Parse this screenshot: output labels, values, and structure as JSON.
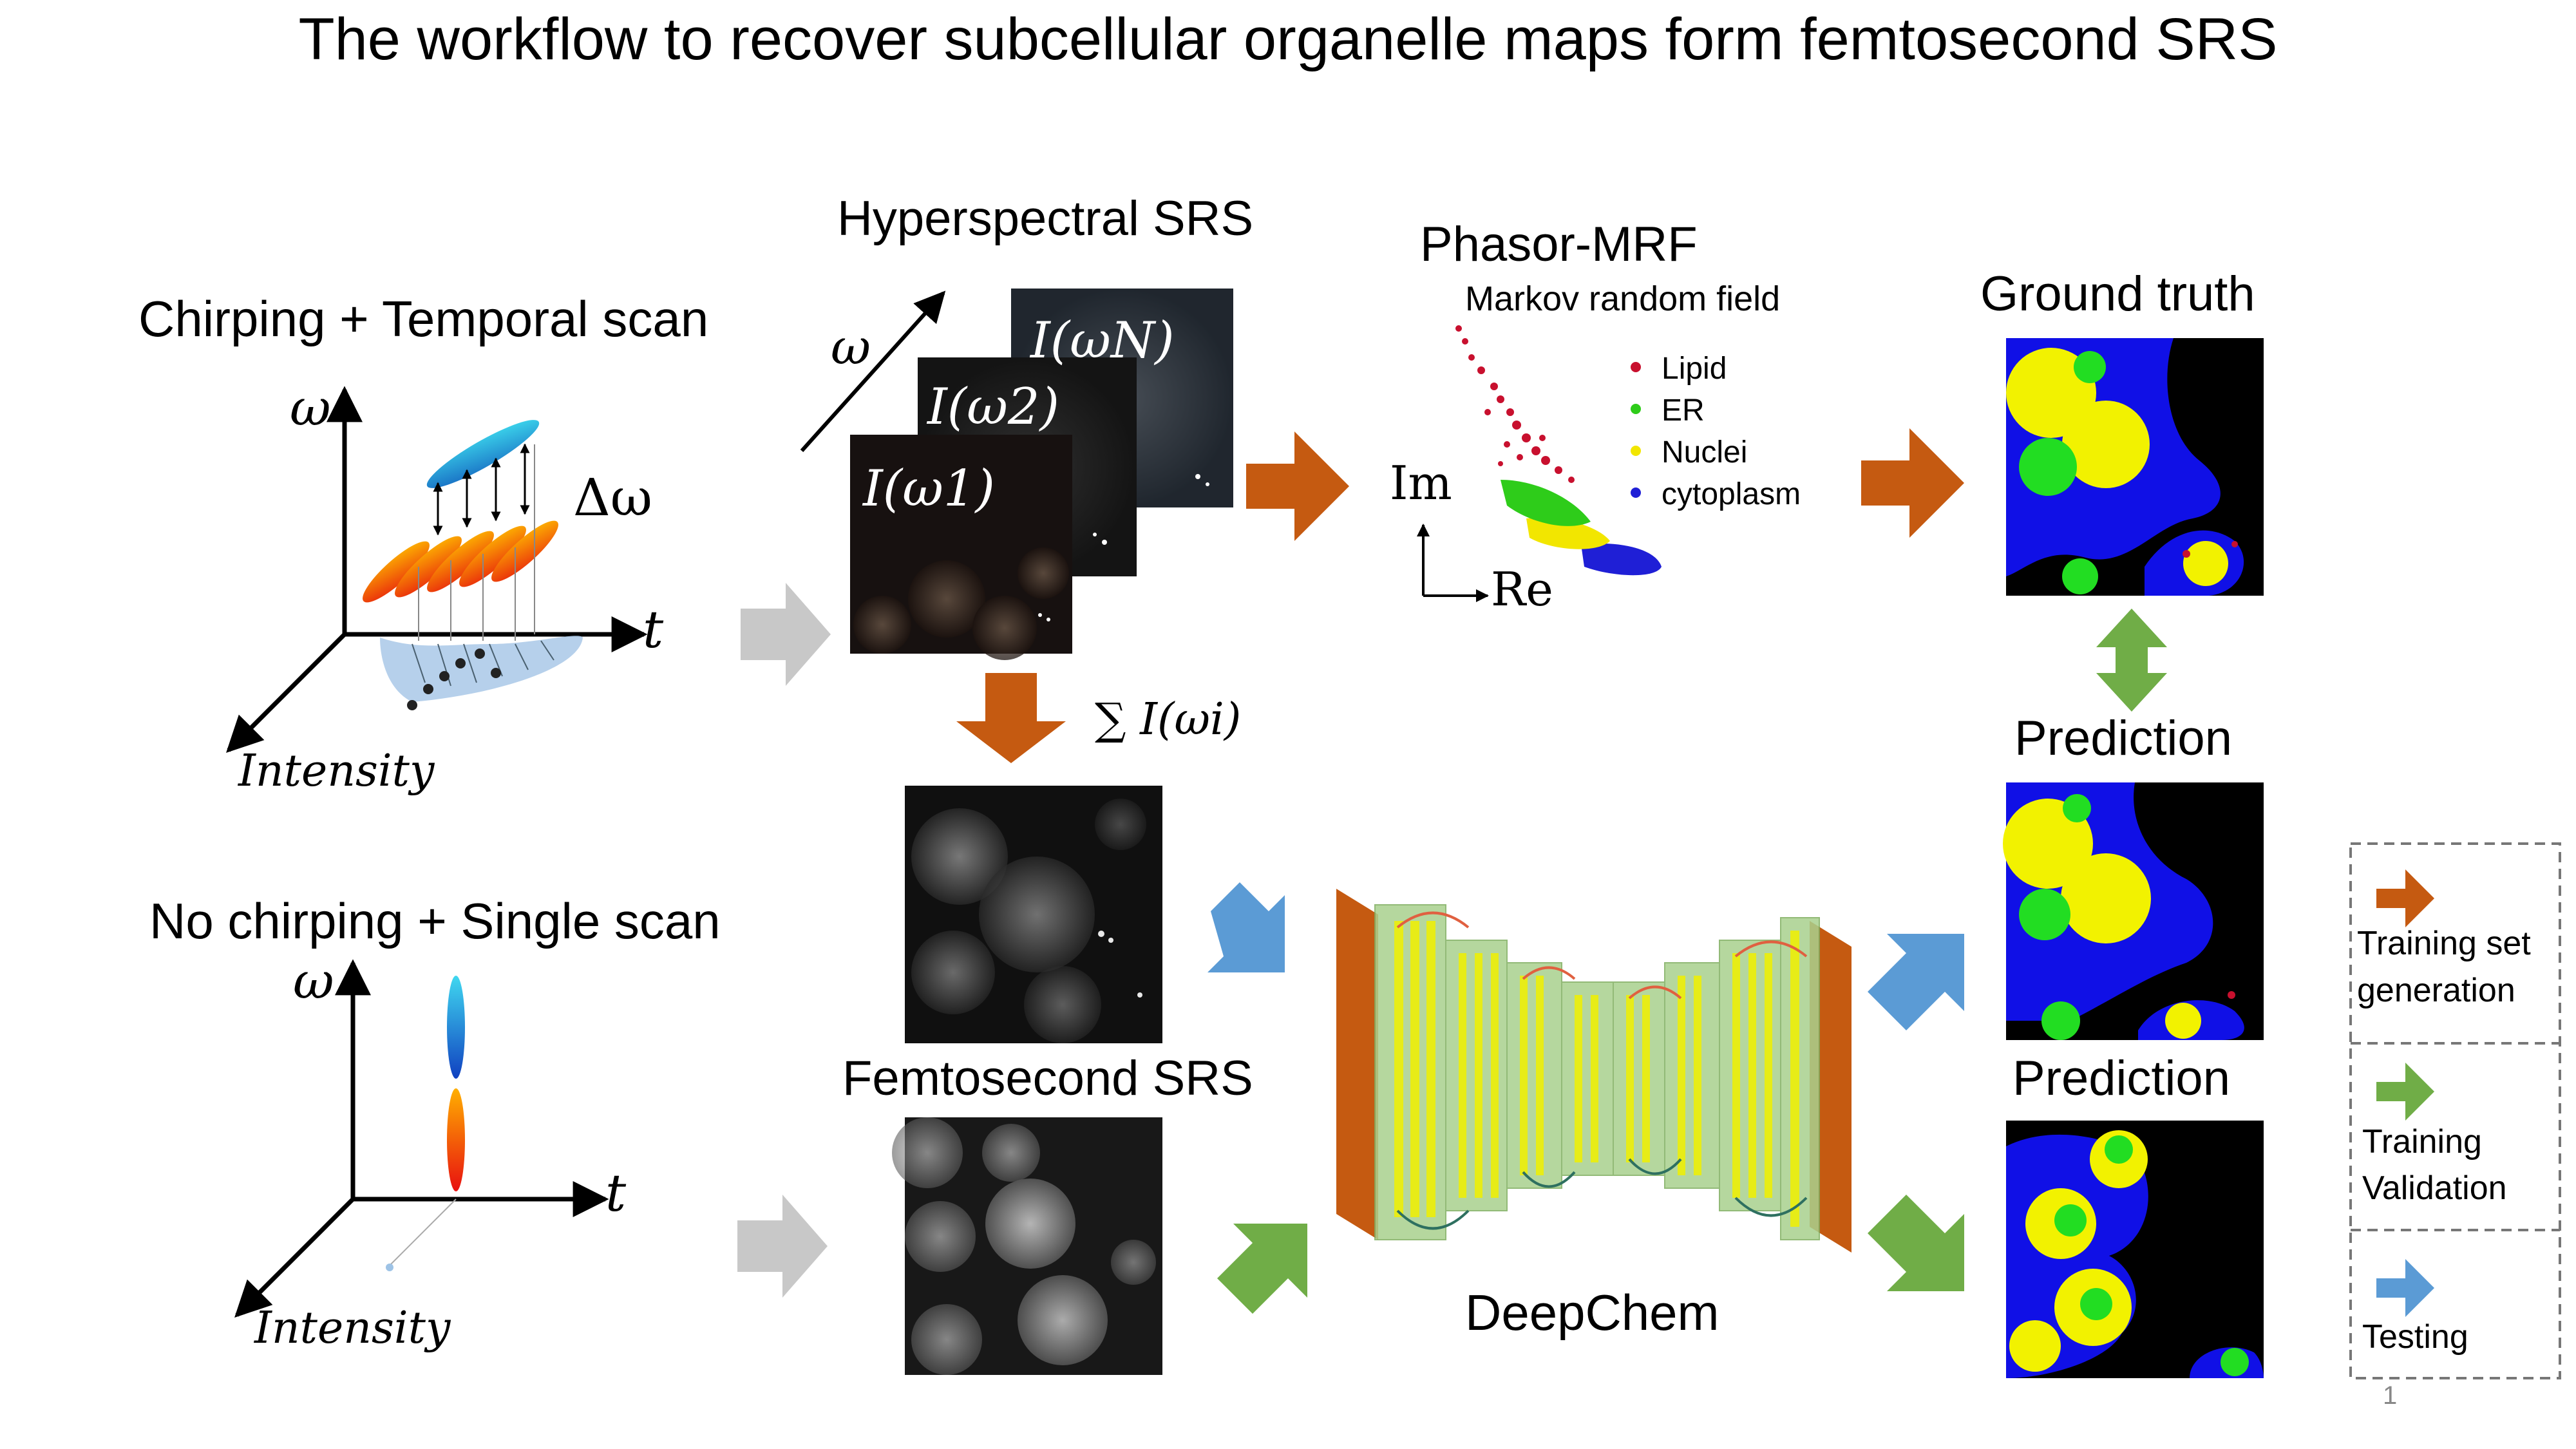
{
  "title": "The workflow to recover subcellular organelle maps form femtosecond SRS",
  "left_top": {
    "heading": "Chirping + Temporal scan",
    "axis_y": "ω",
    "axis_x": "t",
    "axis_z": "Intensity",
    "delta": "Δω"
  },
  "left_bottom": {
    "heading": "No chirping + Single scan",
    "axis_y": "ω",
    "axis_x": "t",
    "axis_z": "Intensity"
  },
  "hyperspectral": {
    "heading": "Hyperspectral SRS",
    "omega": "ω",
    "frame_labels": [
      "I(ωN)",
      "I(ω2)",
      "I(ω1)"
    ],
    "sum_label": "∑ I(ωi)"
  },
  "phasor": {
    "heading": "Phasor-MRF",
    "subheading": "Markov random field",
    "axis_im": "Im",
    "axis_re": "Re",
    "legend": [
      {
        "label": "Lipid",
        "color": "#c8102e"
      },
      {
        "label": "ER",
        "color": "#2ecc1a"
      },
      {
        "label": "Nuclei",
        "color": "#f2e600"
      },
      {
        "label": "cytoplasm",
        "color": "#1f1fd6"
      }
    ]
  },
  "ground_truth": {
    "heading": "Ground truth"
  },
  "prediction_1": {
    "heading": "Prediction"
  },
  "prediction_2": {
    "heading": "Prediction"
  },
  "femtosecond": {
    "heading": "Femtosecond SRS"
  },
  "network": {
    "label": "DeepChem"
  },
  "legend_box": {
    "items": [
      {
        "label_lines": [
          "Training set",
          "generation"
        ],
        "color": "#c55a11"
      },
      {
        "label_lines": [
          "Training",
          "Validation"
        ],
        "color": "#70ad47"
      },
      {
        "label_lines": [
          "Testing"
        ],
        "color": "#5b9bd5"
      }
    ]
  },
  "page_number": "1",
  "colors": {
    "orange_arrow": "#c55a11",
    "green_arrow": "#70ad47",
    "blue_arrow": "#5b9bd5",
    "gray_arrow": "#c8c8c8",
    "map_yellow": "#f2f200",
    "map_green": "#22dd22",
    "map_blue": "#1010e6"
  }
}
